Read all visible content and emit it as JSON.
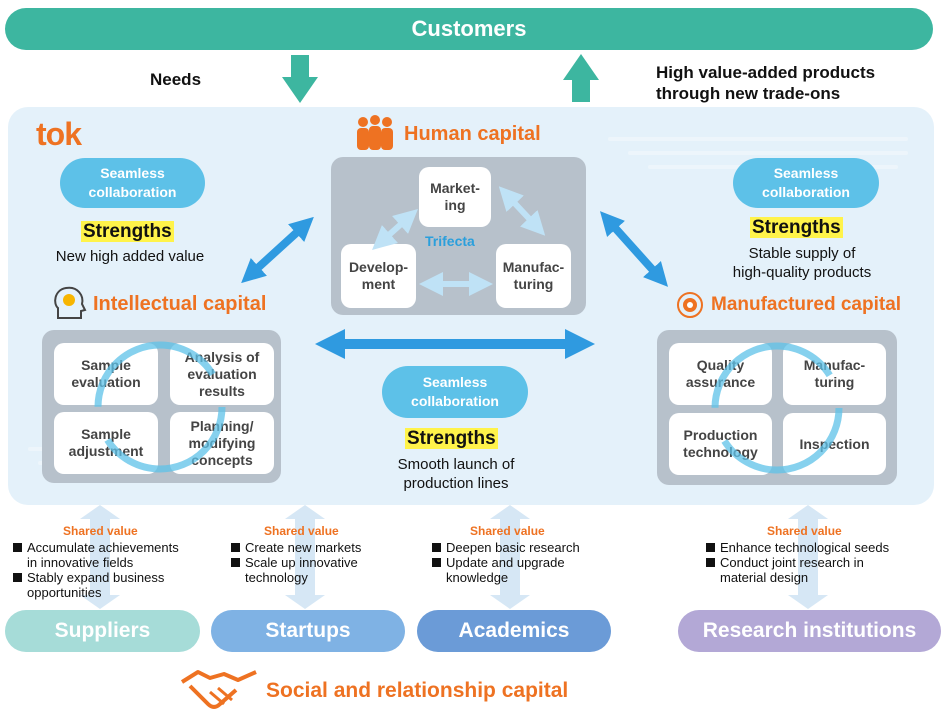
{
  "customers": "Customers",
  "needs": "Needs",
  "high_value": [
    "High value-added products",
    "through new trade-ons"
  ],
  "logo": "tok",
  "human_capital": {
    "title": "Human capital",
    "cards": [
      "Market-",
      "ing",
      "Develop-",
      "ment",
      "Manufac-",
      "turing"
    ],
    "center_label": "Trifecta"
  },
  "intellectual": {
    "title": "Intellectual capital",
    "pill": [
      "Seamless",
      "collaboration"
    ],
    "strengths": "Strengths",
    "desc": "New high added value",
    "cards": [
      [
        "Sample",
        "evaluation"
      ],
      [
        "Analysis of",
        "evaluation",
        "results"
      ],
      [
        "Sample",
        "adjustment"
      ],
      [
        "Planning/",
        "modifying",
        "concepts"
      ]
    ]
  },
  "center": {
    "pill": [
      "Seamless",
      "collaboration"
    ],
    "strengths": "Strengths",
    "desc": [
      "Smooth launch of",
      "production lines"
    ]
  },
  "manufactured": {
    "title": "Manufactured capital",
    "pill": [
      "Seamless",
      "collaboration"
    ],
    "strengths": "Strengths",
    "desc": [
      "Stable supply of",
      "high-quality products"
    ],
    "cards": [
      [
        "Quality",
        "assurance"
      ],
      [
        "Manufac-",
        "turing"
      ],
      [
        "Production",
        "technology"
      ],
      [
        "Inspection"
      ]
    ]
  },
  "shared_value_label": "Shared value",
  "shared": [
    {
      "items": [
        [
          "Accumulate achievements",
          "in innovative fields"
        ],
        [
          "Stably expand business",
          "opportunities"
        ]
      ]
    },
    {
      "items": [
        [
          "Create new markets"
        ],
        [
          "Scale up innovative",
          "technology"
        ]
      ]
    },
    {
      "items": [
        [
          "Deepen basic research"
        ],
        [
          "Update and upgrade",
          "knowledge"
        ]
      ]
    },
    {
      "items": [
        [
          "Enhance technological seeds"
        ],
        [
          "Conduct joint research in",
          "material design"
        ]
      ]
    }
  ],
  "stakeholders": [
    "Suppliers",
    "Startups",
    "Academics",
    "Research institutions"
  ],
  "social_capital": "Social and relationship capital",
  "colors": {
    "teal": "#3db6a0",
    "orange": "#ee7222",
    "pill_blue": "#5dc1e8",
    "yellow": "#fff34a",
    "suppliers": "#a6dcd8",
    "startups": "#7fb2e4",
    "academics": "#6b9bd7",
    "research": "#b3a8d6"
  }
}
